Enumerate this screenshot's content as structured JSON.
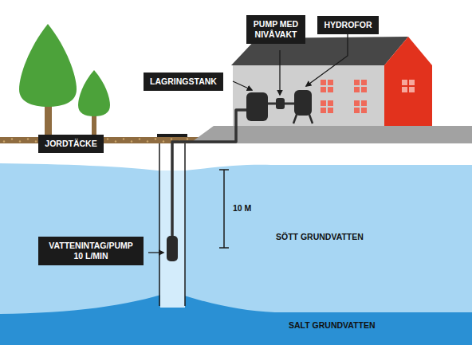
{
  "diagram": {
    "nodes": [
      {
        "text": [
          "PUMP MED NIVÅVAKT"
        ]
      },
      {
        "text": [
          "HYDROFOR"
        ]
      },
      {
        "text": [
          "LAGRINGSTANK"
        ]
      },
      {
        "text": [
          "JORDTÄCKE"
        ]
      },
      {
        "text": [
          "VATTENINTAG/PUMP 10 L/MIN"
        ]
      }
    ],
    "edges": [],
    "labels": [
      "10 M",
      "SÖTT GRUNDVATTEN",
      "SALT GRUNDVATTEN"
    ]
  }
}
